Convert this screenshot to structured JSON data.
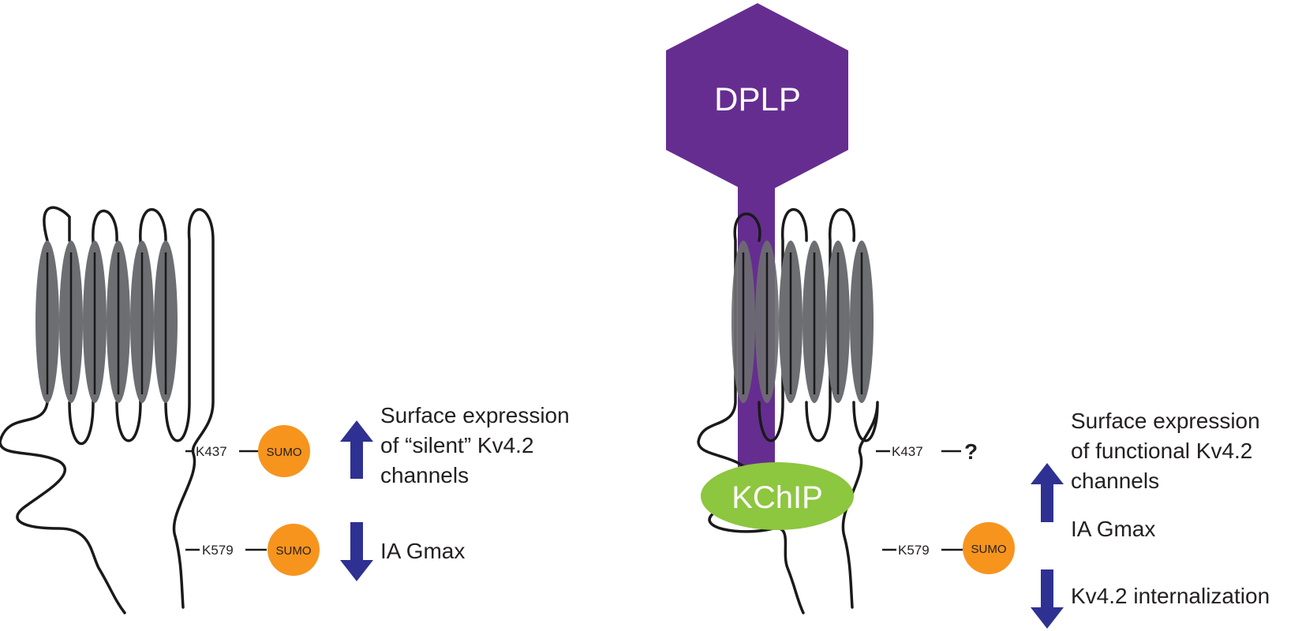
{
  "colors": {
    "helix": "#6d6e71",
    "loop": "#1a1a1a",
    "sumo": "#f7941d",
    "arrow": "#2e3192",
    "dplp": "#662d91",
    "kchip": "#8dc63f",
    "text": "#231f20"
  },
  "left_panel": {
    "site_1": "K437",
    "site_2": "K579",
    "sumo_1": "SUMO",
    "sumo_2": "SUMO",
    "arrow_up_text": [
      "Surface expression",
      "of “silent” Kv4.2",
      "channels"
    ],
    "arrow_down_text": "IA Gmax"
  },
  "right_panel": {
    "dplp_label": "DPLP",
    "kchip_label": "KChIP",
    "site_1": "K437",
    "site_1_mark": "?",
    "site_2": "K579",
    "sumo_2": "SUMO",
    "arrow_up_text": [
      "Surface expression",
      "of functional Kv4.2",
      "channels",
      "IA Gmax"
    ],
    "arrow_down_text": "Kv4.2 internalization"
  }
}
